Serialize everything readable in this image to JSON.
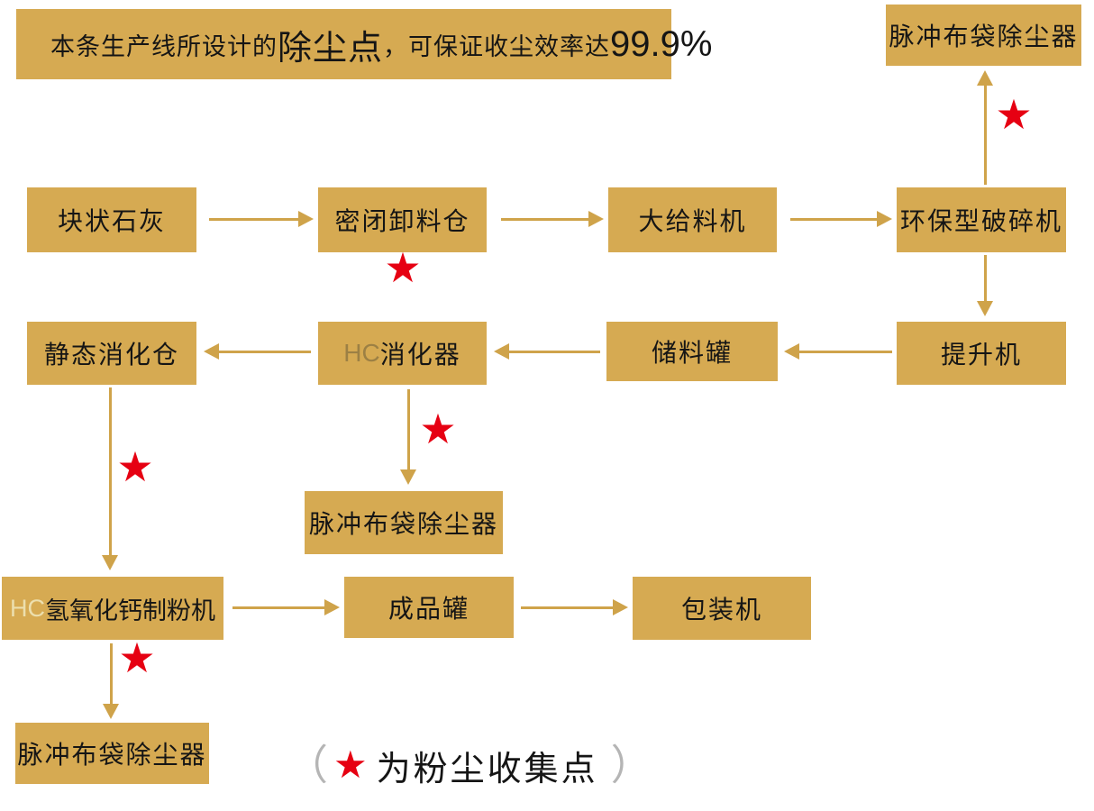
{
  "banner": {
    "prefix": "本条生产线所设计的",
    "highlight": "除尘点",
    "middle": "，可保证收尘效率达",
    "value": "99.9%"
  },
  "nodes": {
    "dust_top": {
      "label": "脉冲布袋除尘器"
    },
    "lime": {
      "label": "块状石灰"
    },
    "unloading": {
      "label": "密闭卸料仓"
    },
    "feeder": {
      "label": "大给料机"
    },
    "crusher": {
      "label": "环保型破碎机"
    },
    "silo_static": {
      "label": "静态消化仓"
    },
    "digester": {
      "prefix": "HC",
      "label": "消化器"
    },
    "storage": {
      "label": "储料罐"
    },
    "elevator": {
      "label": "提升机"
    },
    "dust_mid": {
      "label": "脉冲布袋除尘器"
    },
    "mill": {
      "prefix": "HC",
      "label": "氢氧化钙制粉机"
    },
    "product_tank": {
      "label": "成品罐"
    },
    "packer": {
      "label": "包装机"
    },
    "dust_bottom": {
      "label": "脉冲布袋除尘器"
    }
  },
  "marker": {
    "glyph": "★",
    "meaning": "粉尘收集点"
  },
  "legend": {
    "open": "（",
    "star": "★",
    "text": "为粉尘收集点",
    "close": "）"
  },
  "colors": {
    "box_gold": "#d6aa52",
    "arrow_gold": "#cfa34a",
    "star_red": "#e60012",
    "text_dark": "#151515",
    "hc_dark": "#9c8044",
    "hc_light": "#ecdfae",
    "paren_gray": "#b5b5b5"
  }
}
